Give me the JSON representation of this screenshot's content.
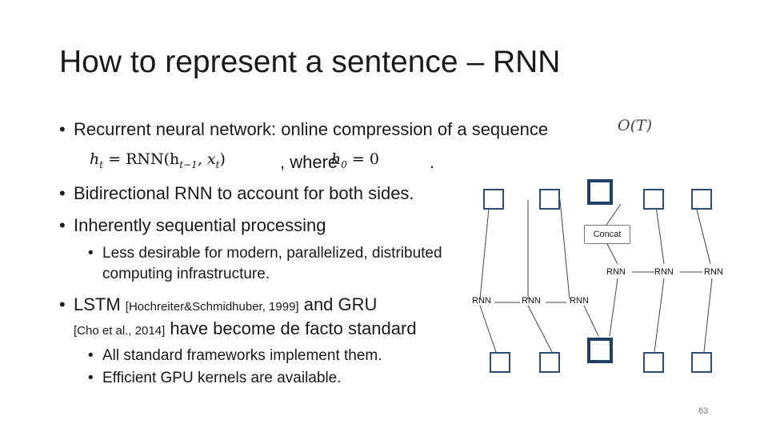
{
  "slide": {
    "title": "How to represent a sentence – RNN",
    "bullets": {
      "rnn": "Recurrent neural network: online compression of a sequence",
      "complexity": "O(T)",
      "formula_lhs": "h",
      "formula_sub": "t",
      "formula_rhs": " = RNN(h",
      "formula_sub2": "t−1",
      "formula_mid": ", x",
      "formula_sub3": "t",
      "formula_end": ")",
      "where": ", where",
      "h0": "h",
      "h0_sub": "0",
      "h0_rhs": " = 0",
      "period": ".",
      "bidirectional": "Bidirectional RNN to account for both sides.",
      "sequential": "Inherently sequential processing",
      "sub_less_desirable_1": "Less desirable for modern, parallelized, distributed",
      "sub_less_desirable_2": "computing infrastructure.",
      "lstm_a": "LSTM ",
      "lstm_cite": "[Hochreiter&Schmidhuber, 1999]",
      "lstm_b": " and GRU",
      "gru_cite": "[Cho et al., 2014]",
      "lstm_c": " have become de facto standard",
      "sub_frameworks": "All standard frameworks implement them.",
      "sub_gpu": "Efficient GPU kernels are available."
    },
    "diagram": {
      "concat_label": "Concat",
      "rnn_label": "RNN"
    },
    "page_number": "63"
  }
}
